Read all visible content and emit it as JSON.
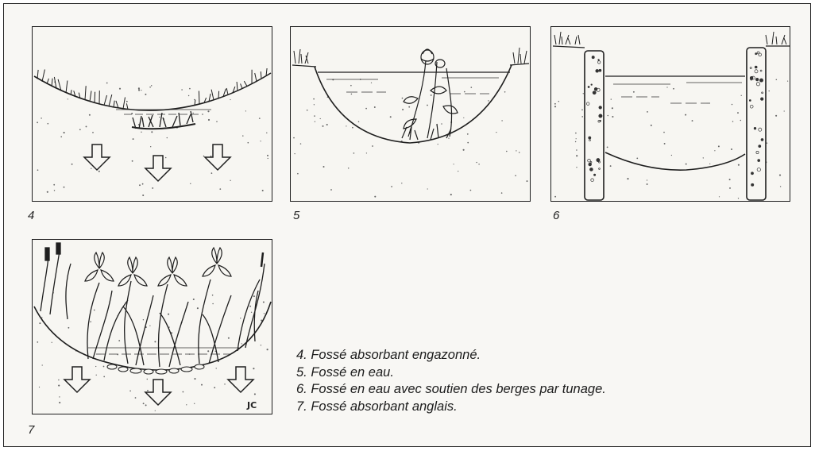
{
  "figures": [
    {
      "number": "4",
      "caption": "4. Fossé absorbant engazonné."
    },
    {
      "number": "5",
      "caption": "5. Fossé en eau."
    },
    {
      "number": "6",
      "caption": "6. Fossé en eau avec soutien des berges par tunage."
    },
    {
      "number": "7",
      "caption": "7. Fossé absorbant anglais."
    }
  ],
  "signature": "JC",
  "colors": {
    "ink": "#1e1e1e",
    "paper": "#f7f6f2"
  }
}
